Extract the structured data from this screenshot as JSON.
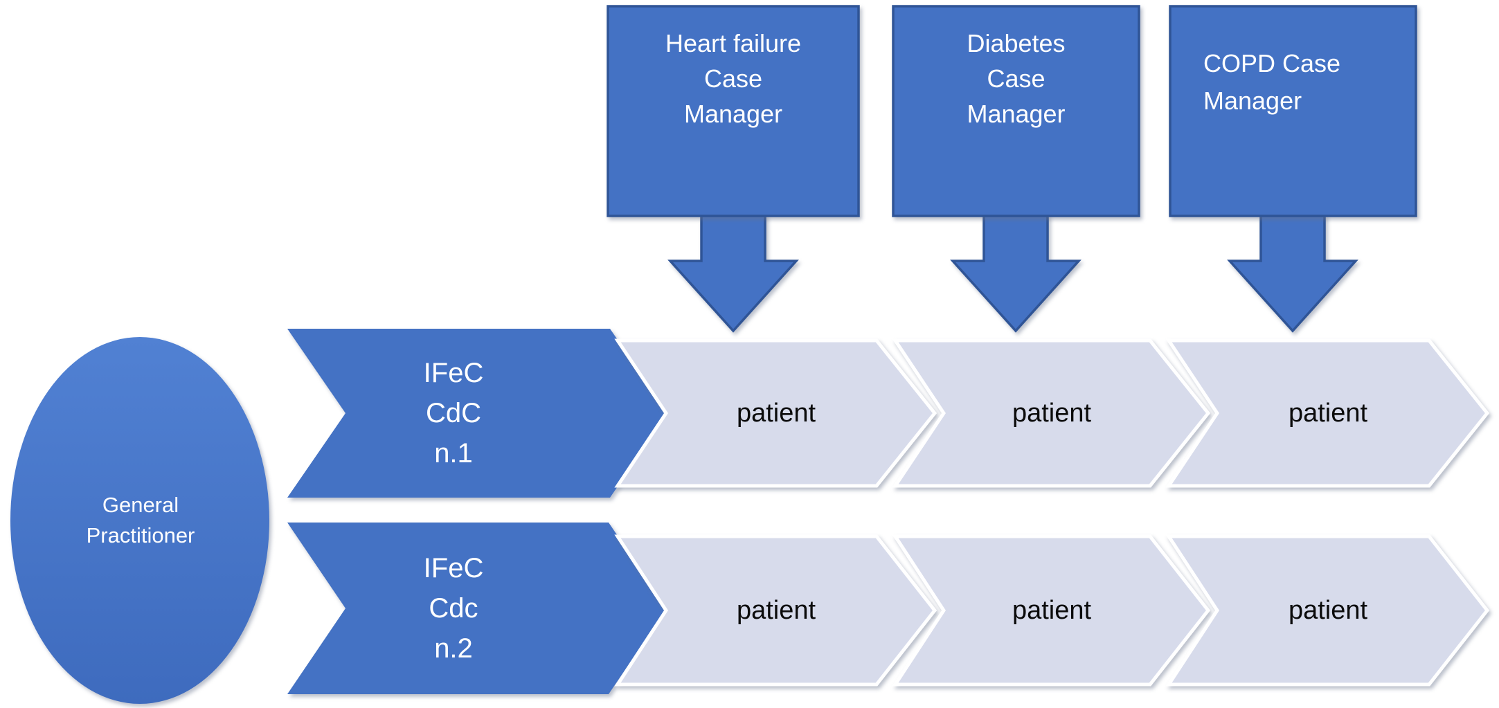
{
  "colors": {
    "shape_blue": "#4472C4",
    "shape_border": "#2F5496",
    "light_chevron": "#D7DBEB",
    "label_text": "#FFFFFF",
    "patient_text": "#0B0B0B",
    "background": "#FFFFFF",
    "ellipse_gradient_top": "#5181D3",
    "ellipse_gradient_bottom": "#3E6BBE"
  },
  "general_practitioner": {
    "lines": [
      "General",
      "Practitioner"
    ]
  },
  "case_managers": [
    {
      "id": "heart-failure",
      "lines": [
        "Heart failure",
        "Case",
        "Manager"
      ]
    },
    {
      "id": "diabetes",
      "lines": [
        "Diabetes",
        "Case",
        "Manager"
      ]
    },
    {
      "id": "copd",
      "lines": [
        "COPD Case",
        "Manager"
      ]
    }
  ],
  "pathways": [
    {
      "id": "n1",
      "label_lines": [
        "IFeC",
        "CdC",
        "n.1"
      ],
      "patients": [
        "patient",
        "patient",
        "patient"
      ]
    },
    {
      "id": "n2",
      "label_lines": [
        "IFeC",
        "Cdc",
        "n.2"
      ],
      "patients": [
        "patient",
        "patient",
        "patient"
      ]
    }
  ]
}
